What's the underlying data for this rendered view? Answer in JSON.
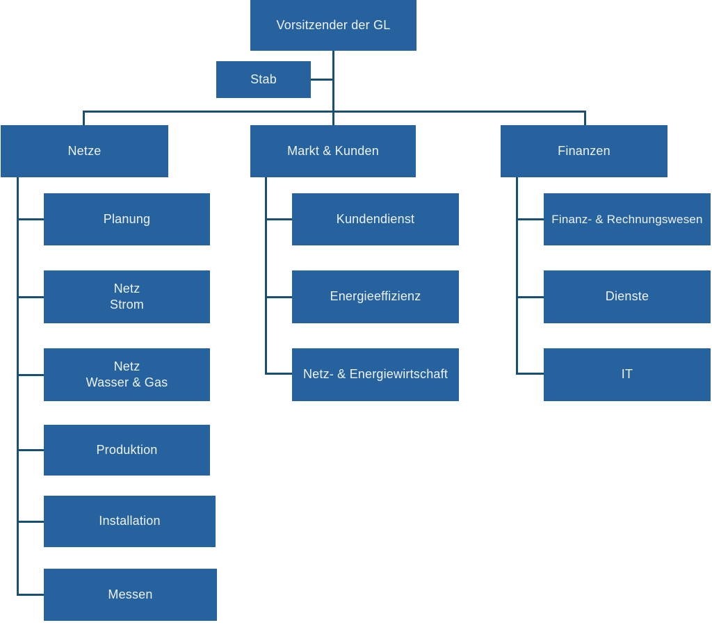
{
  "chart": {
    "type": "org-chart",
    "colors": {
      "box_fill": "#26629e",
      "line": "#175073",
      "text": "#edf2f8",
      "background": "#ffffff"
    },
    "root": {
      "label": "Vorsitzender der GL"
    },
    "staff": {
      "label": "Stab"
    },
    "departments": [
      {
        "label": "Netze",
        "children": [
          {
            "label": "Planung"
          },
          {
            "label": "Netz\nStrom"
          },
          {
            "label": "Netz\nWasser & Gas"
          },
          {
            "label": "Produktion"
          },
          {
            "label": "Installation"
          },
          {
            "label": "Messen"
          }
        ]
      },
      {
        "label": "Markt & Kunden",
        "children": [
          {
            "label": "Kundendienst"
          },
          {
            "label": "Energieeffizienz"
          },
          {
            "label": "Netz- & Energiewirtschaft"
          }
        ]
      },
      {
        "label": "Finanzen",
        "children": [
          {
            "label": "Finanz- & Rechnungswesen"
          },
          {
            "label": "Dienste"
          },
          {
            "label": "IT"
          }
        ]
      }
    ]
  }
}
